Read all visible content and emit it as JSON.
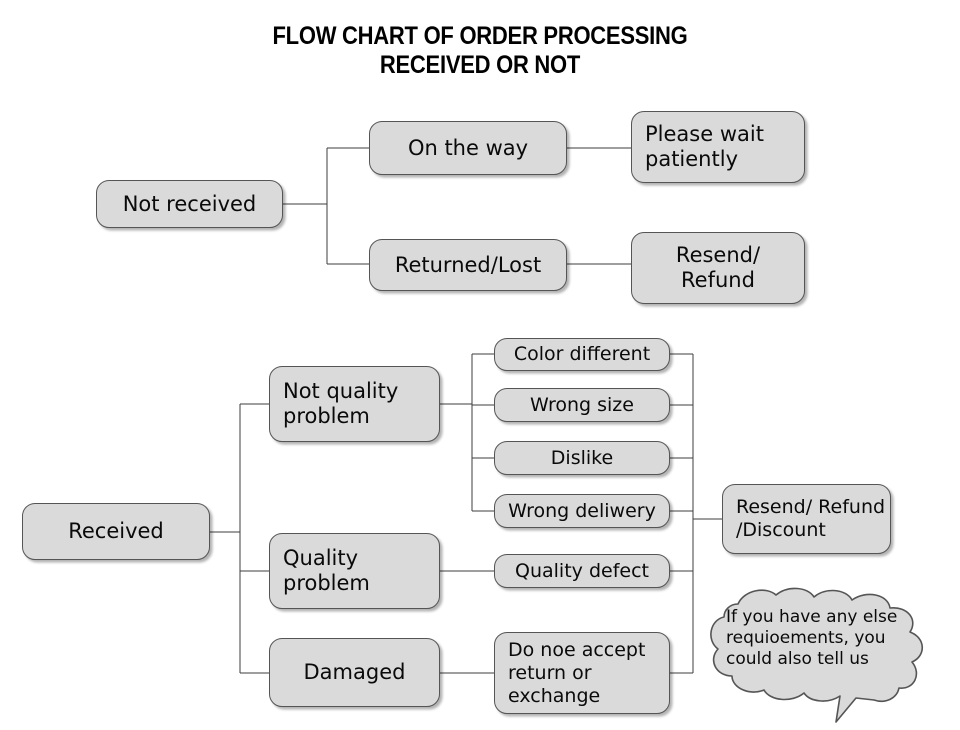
{
  "title": "FLOW CHART OF ORDER PROCESSING\nRECEIVED OR NOT",
  "colors": {
    "node_fill": "#dadada",
    "node_border": "#555555",
    "connector": "#3d3d3d",
    "text": "#0a0a0a",
    "background": "#ffffff"
  },
  "branches": {
    "not_received": {
      "root_label": "Not received",
      "level2": [
        {
          "label": "On the way",
          "outcome": "Please wait\npatiently"
        },
        {
          "label": "Returned/Lost",
          "outcome": "Resend/\nRefund"
        }
      ]
    },
    "received": {
      "root_label": "Received",
      "categories": [
        {
          "label": "Not quality\nproblem",
          "reasons": [
            "Color different",
            "Wrong size",
            "Dislike",
            "Wrong deliwery"
          ]
        },
        {
          "label": "Quality\nproblem",
          "reasons": [
            "Quality defect"
          ]
        },
        {
          "label": "Damaged",
          "reasons": [
            "Do noe accept\nreturn or\nexchange"
          ]
        }
      ],
      "outcome": "Resend/ Refund\n/Discount"
    }
  },
  "callout": {
    "text": "If you have any else\nrequioements, you\ncould also tell us"
  }
}
